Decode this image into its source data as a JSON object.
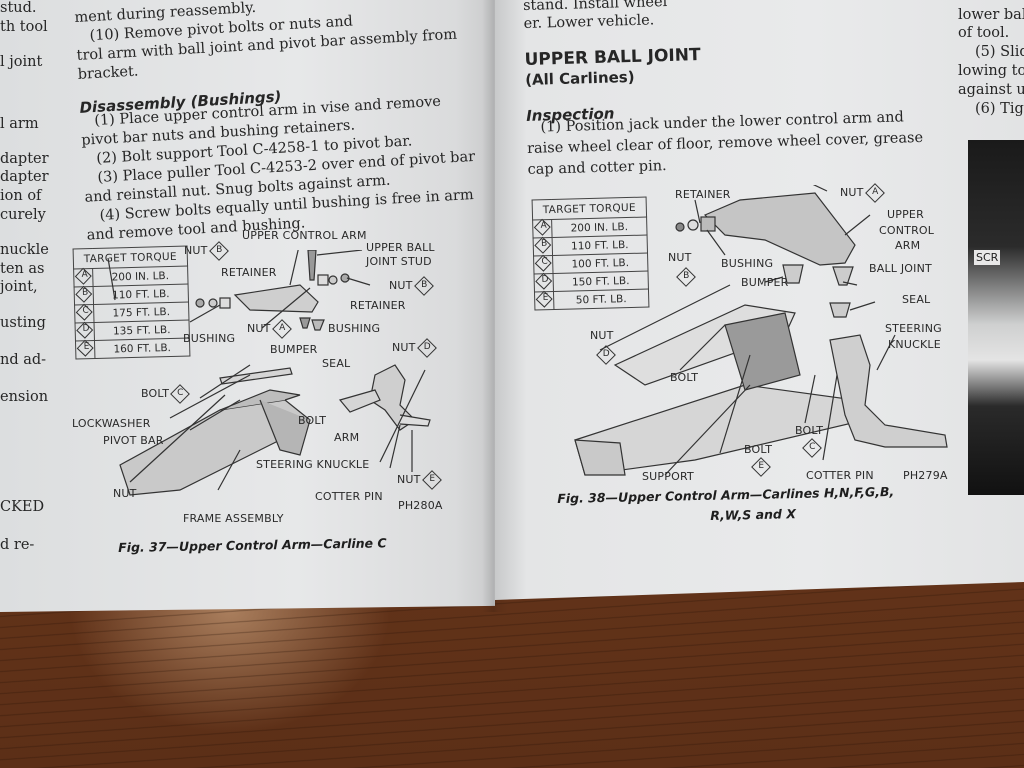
{
  "left_margin_fragments": [
    "stud.",
    "th tool",
    "l joint",
    "l arm",
    "dapter",
    "dapter",
    "ion of",
    "curely",
    "nuckle",
    "ten as",
    "joint,",
    "usting",
    "nd ad-",
    "ension",
    "CKED",
    "d re-"
  ],
  "left_page": {
    "top_lines": [
      "ment during reassembly.",
      "(10) Remove pivot bolts or nuts and",
      "trol arm with ball joint and pivot bar assembly from",
      "bracket."
    ],
    "section_heading": "Disassembly (Bushings)",
    "steps": [
      "(1) Place upper control arm in vise and remove",
      "pivot bar nuts and bushing retainers.",
      "(2) Bolt support Tool C-4258-1 to pivot bar.",
      "(3) Place puller Tool C-4253-2 over end of pivot bar",
      "and reinstall nut. Snug bolts against arm.",
      "(4) Screw bolts equally until bushing is free in arm",
      "and remove tool and bushing."
    ],
    "figure": {
      "torque_table": {
        "title": "TARGET TORQUE",
        "rows": [
          {
            "key": "A",
            "value": "200 IN. LB."
          },
          {
            "key": "B",
            "value": "110 FT. LB."
          },
          {
            "key": "C",
            "value": "175 FT. LB."
          },
          {
            "key": "D",
            "value": "135 FT. LB."
          },
          {
            "key": "E",
            "value": "160 FT. LB."
          }
        ]
      },
      "labels": {
        "nut_b_left": "NUT",
        "upper_control_arm": "UPPER CONTROL ARM",
        "upper_ball_joint_stud_1": "UPPER BALL",
        "upper_ball_joint_stud_2": "JOINT STUD",
        "retainer_left": "RETAINER",
        "nut_b_right": "NUT",
        "retainer_right": "RETAINER",
        "bushing_left": "BUSHING",
        "nut_a": "NUT",
        "bushing_right": "BUSHING",
        "bumper": "BUMPER",
        "seal": "SEAL",
        "nut_d": "NUT",
        "bolt_c": "BOLT",
        "lockwasher": "LOCKWASHER",
        "pivot_bar": "PIVOT BAR",
        "bolt": "BOLT",
        "arm": "ARM",
        "steering_knuckle": "STEERING KNUCKLE",
        "nut_e": "NUT",
        "nut": "NUT",
        "cotter_pin": "COTTER PIN",
        "frame_assembly": "FRAME ASSEMBLY",
        "code": "PH280A"
      },
      "caption": "Fig. 37—Upper Control Arm—Carline C"
    }
  },
  "right_page": {
    "top_lines": [
      "stand. Install wheel",
      "er. Lower vehicle."
    ],
    "section_heading_1": "UPPER BALL JOINT",
    "section_heading_2": "(All Carlines)",
    "subheading": "Inspection",
    "steps": [
      "(1) Position jack under the lower control arm and",
      "raise wheel clear of floor, remove wheel cover, grease",
      "cap and cotter pin."
    ],
    "figure": {
      "torque_table": {
        "title": "TARGET TORQUE",
        "rows": [
          {
            "key": "A",
            "value": "200 IN. LB."
          },
          {
            "key": "B",
            "value": "110 FT. LB."
          },
          {
            "key": "C",
            "value": "100 FT. LB."
          },
          {
            "key": "D",
            "value": "150 FT. LB."
          },
          {
            "key": "E",
            "value": "50 FT. LB."
          }
        ]
      },
      "labels": {
        "retainer": "RETAINER",
        "nut_a": "NUT",
        "upper_control_arm_1": "UPPER",
        "upper_control_arm_2": "CONTROL",
        "upper_control_arm_3": "ARM",
        "nut_b": "NUT",
        "bushing": "BUSHING",
        "bumper": "BUMPER",
        "ball_joint": "BALL JOINT",
        "seal": "SEAL",
        "nut_d": "NUT",
        "steering_knuckle_1": "STEERING",
        "steering_knuckle_2": "KNUCKLE",
        "bolt": "BOLT",
        "bolt_c": "BOLT",
        "bolt_e": "BOLT",
        "support": "SUPPORT",
        "cotter_pin": "COTTER PIN",
        "code": "PH279A"
      },
      "caption_1": "Fig. 38—Upper Control Arm—Carlines H,N,F,G,B,",
      "caption_2": "R,W,S and X"
    }
  },
  "right_margin_fragments": [
    "lower bal",
    "of tool.",
    "(5) Slid",
    "lowing to",
    "against u",
    "(6) Tig"
  ],
  "right_photo_label": "SCR"
}
